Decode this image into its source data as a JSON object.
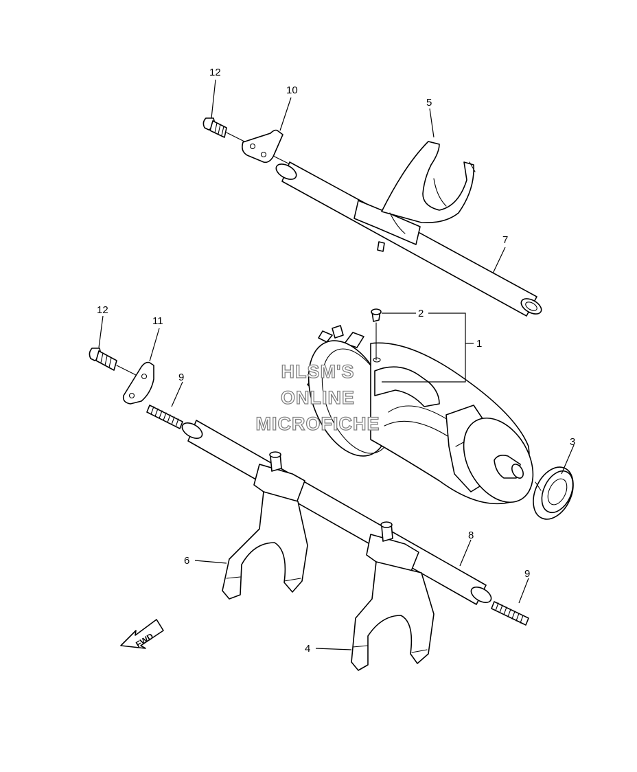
{
  "callouts": {
    "c1": "1",
    "c2": "2",
    "c3": "3",
    "c4": "4",
    "c5": "5",
    "c6": "6",
    "c7": "7",
    "c8": "8",
    "c9a": "9",
    "c9b": "9",
    "c10": "10",
    "c11": "11",
    "c12a": "12",
    "c12b": "12"
  },
  "watermark": {
    "line1": "HLSM'S",
    "line2": "ONLINE",
    "line3": "MICROFICHE"
  },
  "direction": {
    "label": "FWD"
  }
}
